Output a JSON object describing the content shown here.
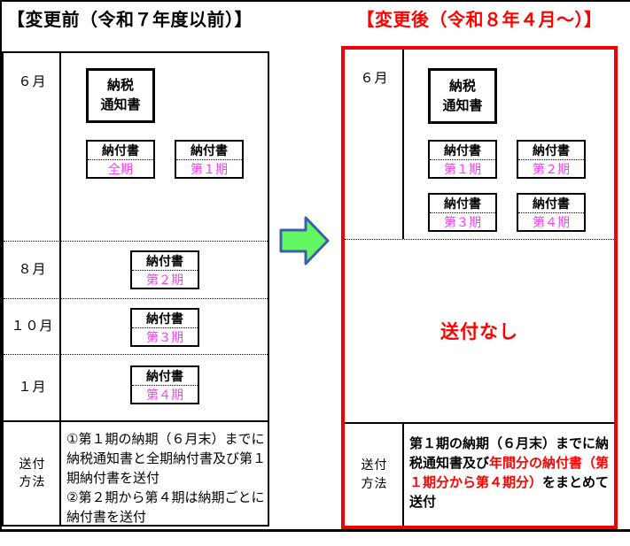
{
  "colors": {
    "accent_red": "#ff0000",
    "table_border_red": "#f00000",
    "period_magenta": "#ff3dff",
    "arrow_fill": "#63f763",
    "arrow_stroke": "#3c5fa6"
  },
  "before": {
    "title": "【変更前（令和７年度以前）】",
    "months": [
      {
        "label": "６月"
      },
      {
        "label": "８月"
      },
      {
        "label": "１０月"
      },
      {
        "label": "１月"
      }
    ],
    "tax_notice": "納税\n通知書",
    "slips": [
      {
        "title": "納付書",
        "period": "全期"
      },
      {
        "title": "納付書",
        "period": "第１期"
      },
      {
        "title": "納付書",
        "period": "第２期"
      },
      {
        "title": "納付書",
        "period": "第３期"
      },
      {
        "title": "納付書",
        "period": "第４期"
      }
    ],
    "method_label": "送付\n方法",
    "method_text": "①第１期の納期（６月末）までに納税通知書と全期納付書及び第１期納付書を送付\n②第２期から第４期は納期ごとに納付書を送付"
  },
  "after": {
    "title": "【変更後（令和８年４月～）】",
    "month": "６月",
    "tax_notice": "納税\n通知書",
    "slips": [
      {
        "title": "納付書",
        "period": "第１期"
      },
      {
        "title": "納付書",
        "period": "第２期"
      },
      {
        "title": "納付書",
        "period": "第３期"
      },
      {
        "title": "納付書",
        "period": "第４期"
      }
    ],
    "no_send": "送付なし",
    "method_label": "送付\n方法",
    "method_segments": [
      {
        "text": "第１期の納期（６月末）までに納税通知書及び",
        "color": "#000000"
      },
      {
        "text": "年間分の納付書（第１期分から第４期分）",
        "color": "#ff0000"
      },
      {
        "text": "をまとめて送付",
        "color": "#000000"
      }
    ]
  },
  "arrow": {
    "meaning": "change-from-before-to-after"
  }
}
